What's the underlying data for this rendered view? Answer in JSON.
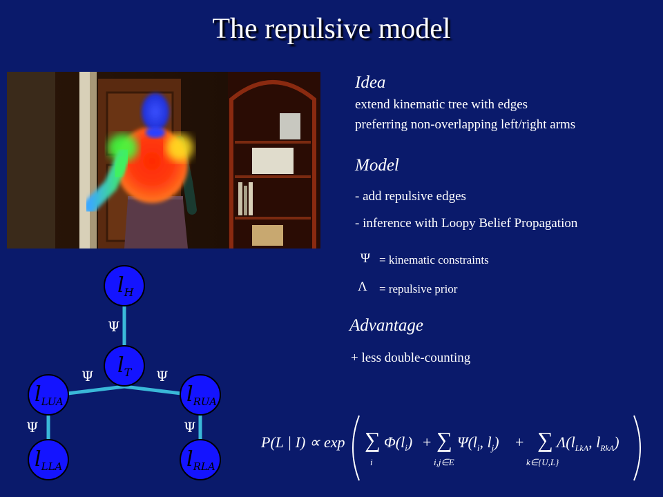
{
  "slide": {
    "title": "The repulsive model"
  },
  "idea": {
    "heading": "Idea",
    "lines": [
      "extend kinematic tree with edges",
      "preferring non-overlapping left/right arms"
    ]
  },
  "model": {
    "heading": "Model",
    "bullets": [
      "- add repulsive edges",
      "- inference with Loopy Belief Propagation"
    ]
  },
  "legend": {
    "psi_symbol": "Ψ",
    "psi_text": "= kinematic constraints",
    "lambda_symbol": "Λ",
    "lambda_text": "= repulsive prior"
  },
  "advantage": {
    "heading": "Advantage",
    "bullet": "+ less double-counting"
  },
  "tree": {
    "nodes": {
      "head": {
        "base": "l",
        "sub": "H"
      },
      "torso": {
        "base": "l",
        "sub": "T"
      },
      "lua": {
        "base": "l",
        "sub": "LUA"
      },
      "rua": {
        "base": "l",
        "sub": "RUA"
      },
      "lla": {
        "base": "l",
        "sub": "LLA"
      },
      "rla": {
        "base": "l",
        "sub": "RLA"
      }
    },
    "edge_label": "Ψ",
    "colors": {
      "node_fill": "#1414ff",
      "node_stroke": "#000000",
      "edge": "#3ab8d8"
    }
  },
  "formula": {
    "lhs": "P(L | I) ∝ exp",
    "term1": "Φ(l",
    "term1_sub": "i",
    "term1_close": ")",
    "sum1_sub": "i",
    "plus": "+",
    "term2": "Ψ(l",
    "term2_sub_a": "i",
    "term2_mid": ", l",
    "term2_sub_b": "j",
    "term2_close": ")",
    "sum2_sub": "i,j∈E",
    "term3": "Λ(l",
    "term3_sub_a": "LkA",
    "term3_mid": ", l",
    "term3_sub_b": "RkA",
    "term3_close": ")",
    "sum3_sub": "k∈{U,L}",
    "sigma": "∑"
  }
}
